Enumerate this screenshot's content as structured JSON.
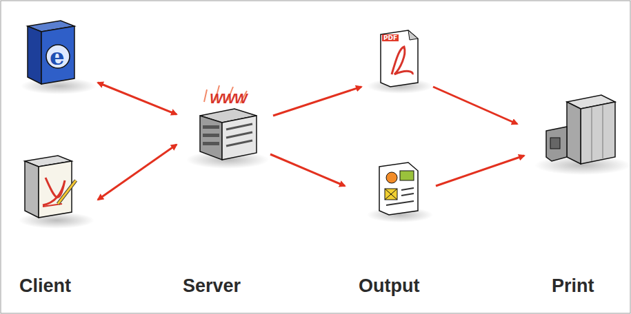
{
  "diagram": {
    "labels": [
      "PDF",
      "WWW",
      "Client",
      "Server",
      "Output",
      "Print"
    ]
  }
}
